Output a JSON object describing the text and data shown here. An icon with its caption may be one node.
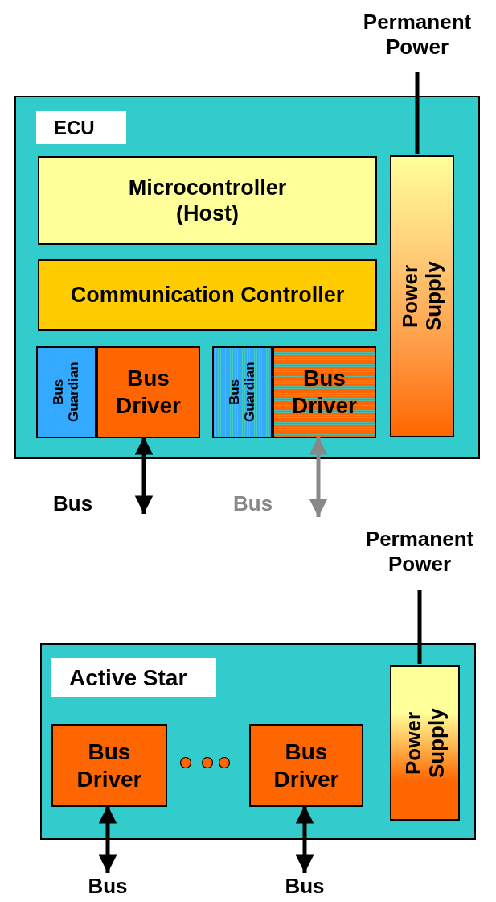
{
  "diagram": {
    "nodes": [
      {
        "text": [
          "Permanent Power"
        ]
      },
      {
        "text": [
          "ECU"
        ]
      },
      {
        "text": [
          "Microcontroller (Host)"
        ],
        "in": 1
      },
      {
        "text": [
          "Communication Controller"
        ],
        "in": 1
      },
      {
        "text": [
          "Power Supply"
        ],
        "in": 1
      },
      {
        "text": [
          "Bus Guardian"
        ],
        "in": 1
      },
      {
        "text": [
          "Bus Driver"
        ],
        "in": 1
      },
      {
        "text": [
          "Bus Guardian"
        ],
        "in": 1
      },
      {
        "text": [
          "Bus Driver"
        ],
        "in": 1
      },
      {
        "text": [
          "Permanent Power"
        ]
      },
      {
        "text": [
          "Active Star"
        ]
      },
      {
        "text": [
          "Power Supply"
        ],
        "in": 10
      },
      {
        "text": [
          "Bus Driver"
        ],
        "in": 10
      },
      {
        "text": [
          "Bus Driver"
        ],
        "in": 10
      },
      {
        "text": [
          "Bus"
        ]
      },
      {
        "text": [
          "Bus"
        ]
      }
    ],
    "edges": [
      {
        "from": 0,
        "to": 4,
        "arrow": "none"
      },
      {
        "from": 6,
        "to": null,
        "arrow": "both"
      },
      {
        "from": 8,
        "to": null,
        "arrow": "both",
        "color": "#888888"
      },
      {
        "from": 9,
        "to": 11,
        "arrow": "none"
      },
      {
        "from": 12,
        "to": 14,
        "arrow": "both"
      },
      {
        "from": 13,
        "to": 15,
        "arrow": "both"
      }
    ],
    "labels": [
      "Bus",
      "Bus"
    ]
  }
}
